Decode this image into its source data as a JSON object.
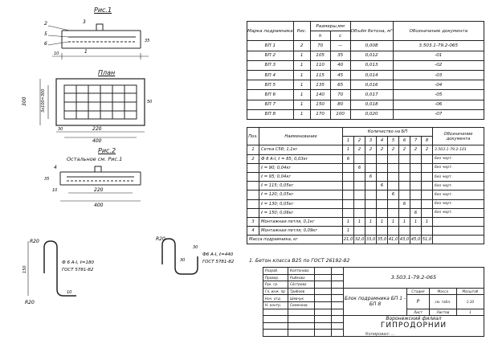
{
  "drawings": {
    "fig1_title": "Рис.1",
    "plan_title": "План",
    "fig2_title": "Рис.2",
    "fig2_sub": "Остальное см. Рис.1",
    "fig1_dims": [
      "2",
      "3",
      "5",
      "6",
      "1",
      "10",
      "35"
    ],
    "plan_dims": {
      "rows": [
        "3x100=300"
      ],
      "side": [
        "300",
        "50"
      ],
      "bottom": [
        "30",
        "220",
        "400"
      ]
    },
    "fig2_dims": [
      "4",
      "35",
      "10",
      "220",
      "400"
    ],
    "hook1": {
      "radius_top": "R20",
      "radius_bottom": "R20",
      "label": "Ф 6 A-I, ℓ=180",
      "gost": "ГОСТ 5781-82",
      "dim_side": "150",
      "dim_foot": "10"
    },
    "hook2": {
      "radius": "R20",
      "label": "Ф6 A-I, ℓ=440",
      "gost": "ГОСТ 5781-82",
      "dim_side": "30",
      "dim_top": "30"
    }
  },
  "table1": {
    "headers": [
      "Марка подрамника",
      "Рис.",
      "Размеры,мм",
      "h",
      "c",
      "Объём бетона, м³",
      "Обозначение документа"
    ],
    "rows": [
      [
        "БП 1",
        "2",
        "70",
        "—",
        "0,008",
        "3.503.1-79.2-065"
      ],
      [
        "БП 2",
        "1",
        "105",
        "35",
        "0,012",
        "-01"
      ],
      [
        "БП 3",
        "1",
        "110",
        "40",
        "0,013",
        "-02"
      ],
      [
        "БП 4",
        "1",
        "115",
        "45",
        "0,014",
        "-03"
      ],
      [
        "БП 5",
        "1",
        "135",
        "65",
        "0,016",
        "-04"
      ],
      [
        "БП 6",
        "1",
        "140",
        "70",
        "0,017",
        "-05"
      ],
      [
        "БП 7",
        "1",
        "150",
        "80",
        "0,018",
        "-06"
      ],
      [
        "БП 8",
        "1",
        "170",
        "100",
        "0,020",
        "-07"
      ]
    ]
  },
  "table2": {
    "header_pos": "Поз.",
    "header_name": "Наименование",
    "header_qty": "Количество на БП",
    "header_doc": "Обозначение документа",
    "cols": [
      "1",
      "2",
      "3",
      "4",
      "5",
      "6",
      "7",
      "8"
    ],
    "rows": [
      {
        "pos": "1",
        "name": "Сетка С5б; 1,1кг",
        "qty": [
          "1",
          "2",
          "2",
          "2",
          "2",
          "2",
          "2",
          "2"
        ],
        "doc": "3.503.1-79.2-101"
      },
      {
        "pos": "2",
        "name": "Ф 8 А-I, ℓ = 85; 0,03кг",
        "qty": [
          "6",
          "",
          "",
          "",
          "",
          "",
          "",
          ""
        ],
        "doc": "без черт."
      },
      {
        "pos": "",
        "name": "ℓ = 90; 0,04кг",
        "qty": [
          "",
          "6",
          "",
          "",
          "",
          "",
          "",
          ""
        ],
        "doc": "без черт."
      },
      {
        "pos": "",
        "name": "ℓ = 95; 0,04кг",
        "qty": [
          "",
          "",
          "6",
          "",
          "",
          "",
          "",
          ""
        ],
        "doc": "без черт."
      },
      {
        "pos": "",
        "name": "ℓ = 115; 0,05кг",
        "qty": [
          "",
          "",
          "",
          "6",
          "",
          "",
          "",
          ""
        ],
        "doc": "без черт."
      },
      {
        "pos": "",
        "name": "ℓ = 120; 0,05кг",
        "qty": [
          "",
          "",
          "",
          "",
          "6",
          "",
          "",
          ""
        ],
        "doc": "без черт."
      },
      {
        "pos": "",
        "name": "ℓ = 130; 0,05кг",
        "qty": [
          "",
          "",
          "",
          "",
          "",
          "6",
          "",
          ""
        ],
        "doc": "без черт."
      },
      {
        "pos": "",
        "name": "ℓ = 150; 0,06кг",
        "qty": [
          "",
          "",
          "",
          "",
          "",
          "",
          "6",
          ""
        ],
        "doc": "без черт."
      },
      {
        "pos": "3",
        "name": "Монтажная петля, 0,1кг",
        "qty": [
          "1",
          "1",
          "1",
          "1",
          "1",
          "1",
          "1",
          "1"
        ],
        "doc": ""
      },
      {
        "pos": "4",
        "name": "Монтажная петля; 0,09кг",
        "qty": [
          "1",
          "",
          "",
          "",
          "",
          "",
          "",
          ""
        ],
        "doc": ""
      }
    ],
    "mass_label": "Масса подрамника, кг",
    "mass": [
      "21,0",
      "32,0",
      "33,0",
      "35,0",
      "41,0",
      "43,0",
      "45,0",
      "51,0"
    ]
  },
  "note": "1. Бетон класса В25 по ГОСТ 26192-82",
  "stamp": {
    "code": "3.503.1-79.2-065",
    "roles": [
      "Разраб.",
      "Провер.",
      "Рук. гр.",
      "Гл. инж. пр",
      "Нач. отд.",
      "Н. контр."
    ],
    "names": [
      "Колтонова",
      "Рыбкова",
      "Сёстрова",
      "Трибоев",
      "Шевчук",
      "Семенков"
    ],
    "title": "Блок подрамника БП 1 - БП 8",
    "stage_label": "Стадия",
    "mass_label": "Масса",
    "scale_label": "Масштаб",
    "stage": "Р",
    "mass": "см. табл.",
    "scale": "1:10",
    "sheet_label": "Лист",
    "sheets_label": "Листов",
    "sheets": "1",
    "org1": "Воронежский филиал",
    "org2": "ГИПРОДОРНИИ"
  },
  "footer": "Копировал: ..."
}
